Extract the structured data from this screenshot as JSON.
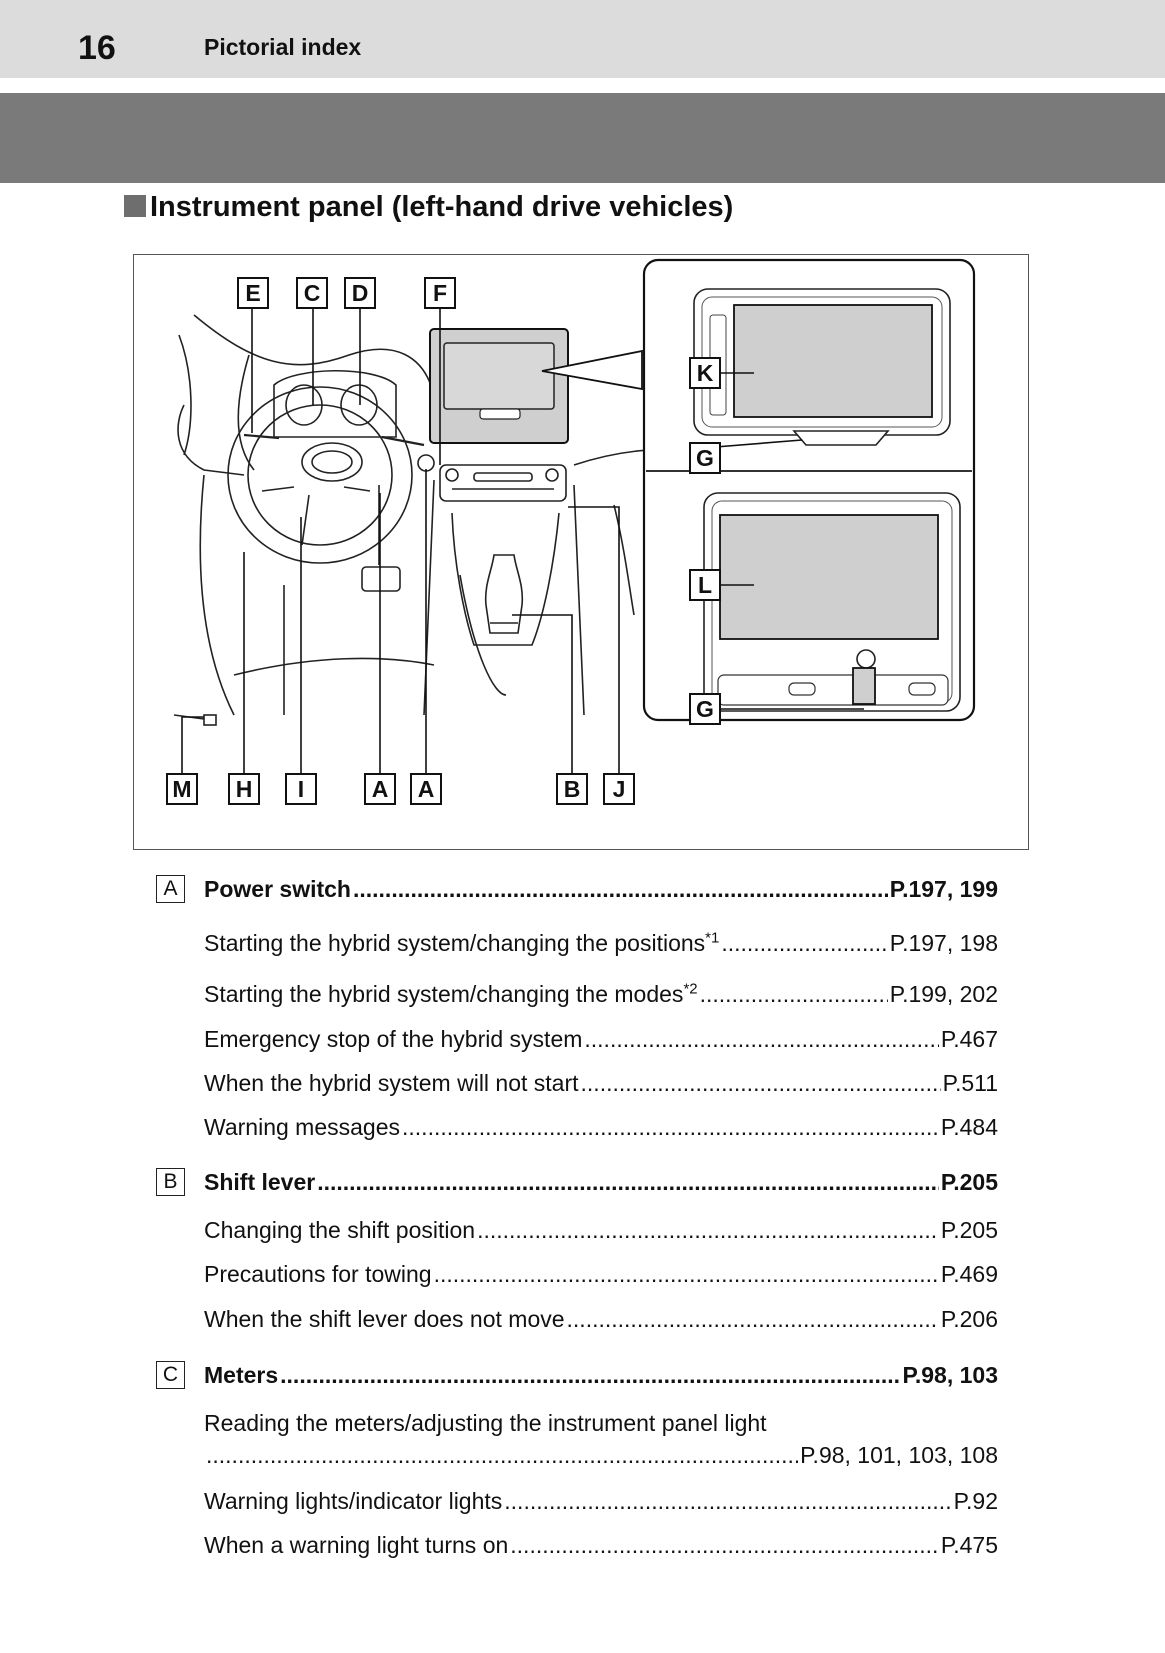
{
  "header": {
    "page_number": "16",
    "title": "Pictorial index"
  },
  "section": {
    "title": "Instrument panel (left-hand drive vehicles)"
  },
  "figure": {
    "callouts": {
      "top": [
        "E",
        "C",
        "D",
        "F"
      ],
      "bottom": [
        "M",
        "H",
        "I",
        "A",
        "A",
        "B",
        "J"
      ],
      "inset": [
        "K",
        "G",
        "L",
        "G"
      ]
    }
  },
  "entries": [
    {
      "letter": "A",
      "label": "Power switch",
      "ref": "P.197, 199",
      "items": [
        {
          "label": "Starting the hybrid system/changing the positions",
          "note": "*1",
          "ref": "P.197, 198"
        },
        {
          "label": "Starting the hybrid system/changing the modes",
          "note": "*2",
          "ref": "P.199, 202"
        },
        {
          "label": "Emergency stop of the hybrid system",
          "ref": "P.467"
        },
        {
          "label": "When the hybrid system will not start",
          "ref": "P.511"
        },
        {
          "label": "Warning messages",
          "ref": "P.484"
        }
      ]
    },
    {
      "letter": "B",
      "label": "Shift lever",
      "ref": "P.205",
      "items": [
        {
          "label": "Changing the shift position",
          "ref": "P.205"
        },
        {
          "label": "Precautions for towing",
          "ref": "P.469"
        },
        {
          "label": "When the shift lever does not move",
          "ref": "P.206"
        }
      ]
    },
    {
      "letter": "C",
      "label": "Meters",
      "ref": "P.98, 103",
      "items": [
        {
          "label": "Reading the meters/adjusting the instrument panel light",
          "ref": "P.98, 101, 103, 108"
        },
        {
          "label": "Warning lights/indicator lights",
          "ref": "P.92"
        },
        {
          "label": "When a warning light turns on",
          "ref": "P.475"
        }
      ]
    }
  ]
}
